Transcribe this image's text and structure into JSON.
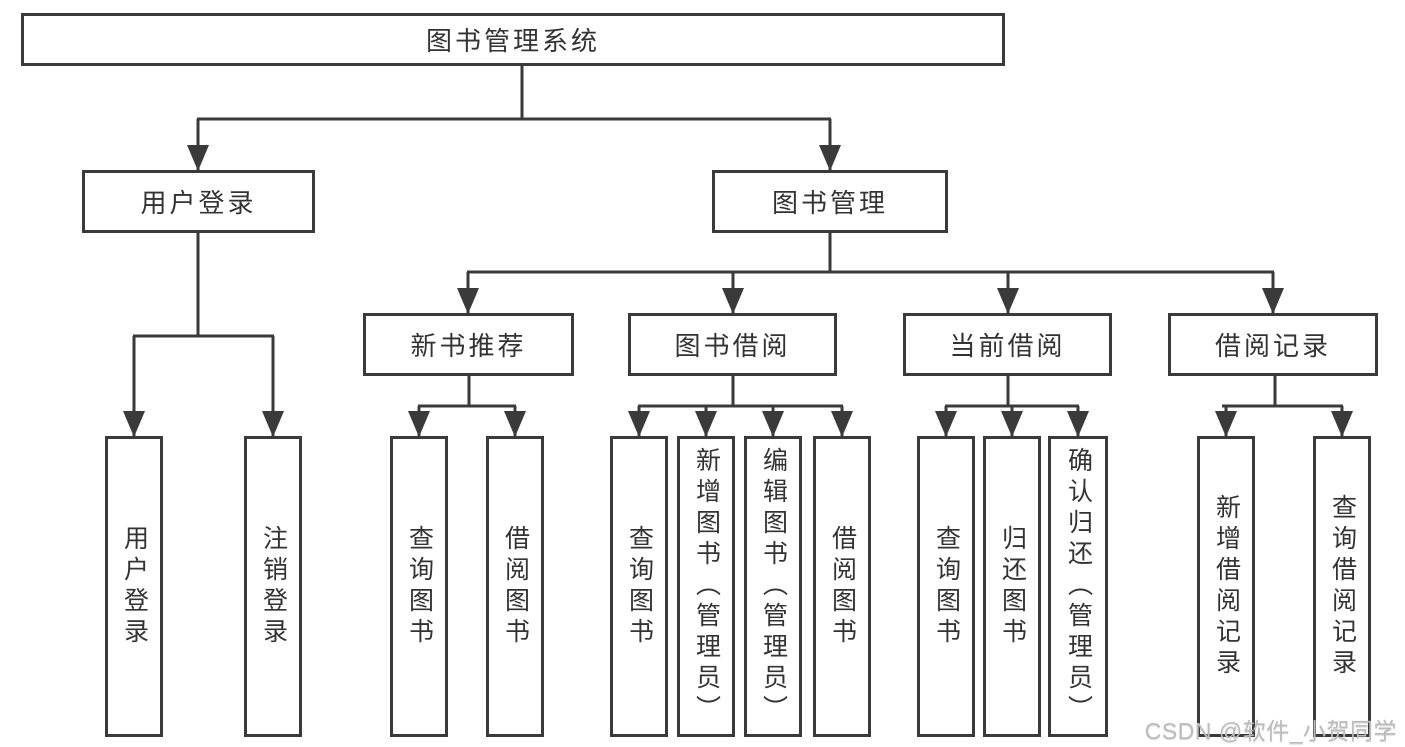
{
  "nodes": {
    "root": "图书管理系统",
    "level2": [
      "用户登录",
      "图书管理"
    ],
    "level3": [
      "新书推荐",
      "图书借阅",
      "当前借阅",
      "借阅记录"
    ],
    "login_children": [
      "用户登录",
      "注销登录"
    ],
    "recommend_children": [
      "查询图书",
      "借阅图书"
    ],
    "borrow_children": [
      "查询图书",
      "新增图书（管理员）",
      "编辑图书（管理员）",
      "借阅图书"
    ],
    "current_children": [
      "查询图书",
      "归还图书",
      "确认归还（管理员）"
    ],
    "record_children": [
      "新增借阅记录",
      "查询借阅记录"
    ]
  },
  "watermark": {
    "text": "CSDN @软件_小贺同学"
  },
  "colors": {
    "line": "#3a3a3a",
    "text": "#333333",
    "watermark": "#bcbcbc",
    "background": "#ffffff"
  }
}
